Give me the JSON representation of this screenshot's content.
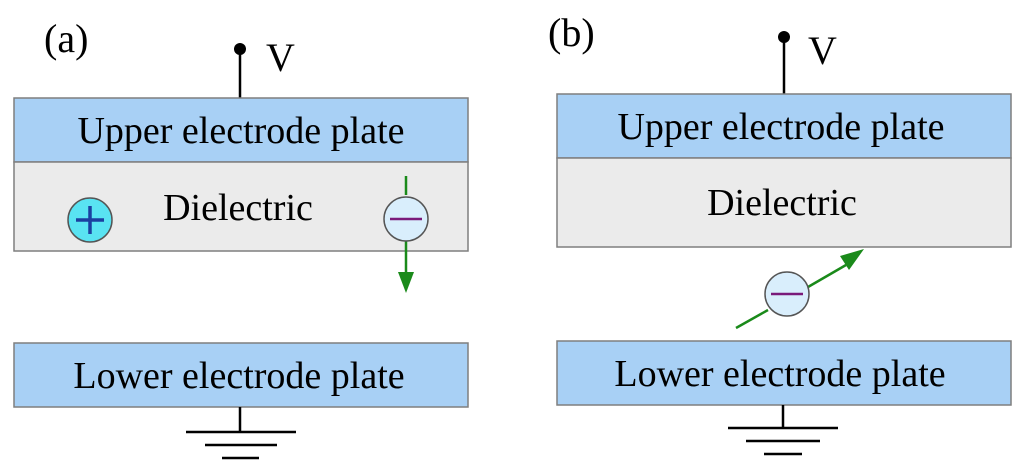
{
  "panels": [
    {
      "label": "(a)",
      "voltage_label": "V",
      "upper_plate": "Upper electrode plate",
      "dielectric": "Dielectric",
      "lower_plate": "Lower electrode plate",
      "positive_charge_symbol": "+",
      "negative_charge_symbol": "−"
    },
    {
      "label": "(b)",
      "voltage_label": "V",
      "upper_plate": "Upper electrode plate",
      "dielectric": "Dielectric",
      "lower_plate": "Lower electrode plate",
      "negative_charge_symbol": "−"
    }
  ],
  "colors": {
    "plate_fill": "#a8d0f5",
    "plate_stroke": "#7f7f7f",
    "dielectric_fill": "#ebebeb",
    "positive_ion_fill": "#59e3f2",
    "positive_ion_sign": "#1b3fa0",
    "electron_fill": "#d9eefc",
    "electron_sign": "#7a1a7a",
    "arrow": "#1a8a1a"
  }
}
